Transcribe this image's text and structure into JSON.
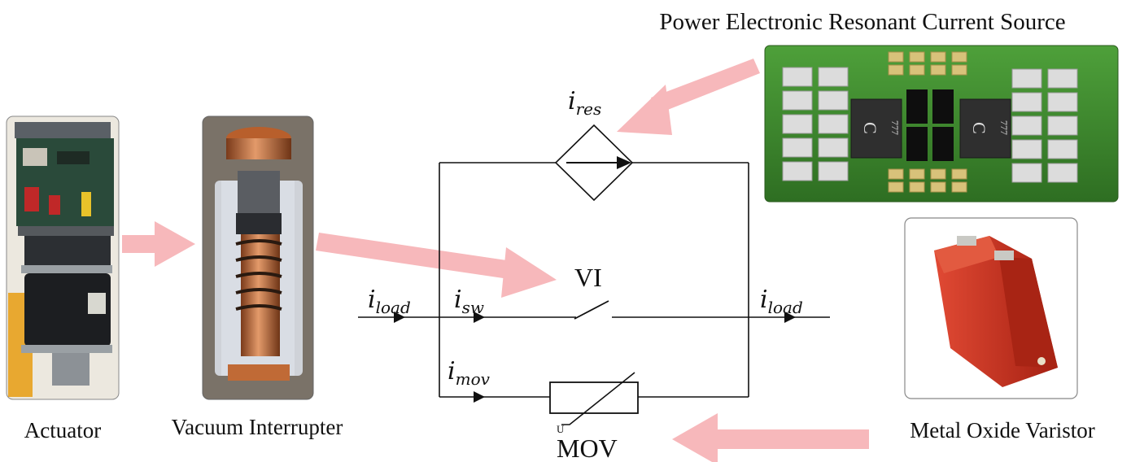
{
  "labels": {
    "top_title": "Power Electronic Resonant Current Source",
    "actuator": "Actuator",
    "vacuum_interrupter": "Vacuum Interrupter",
    "metal_oxide_varistor": "Metal Oxide Varistor",
    "vi": "VI",
    "mov": "MOV",
    "chip_marking": "C",
    "chip_number": "777"
  },
  "currents": {
    "res": {
      "base": "i",
      "sub": "res"
    },
    "load_in": {
      "base": "i",
      "sub": "load"
    },
    "sw": {
      "base": "i",
      "sub": "sw"
    },
    "load_out": {
      "base": "i",
      "sub": "load"
    },
    "mov": {
      "base": "i",
      "sub": "mov"
    }
  },
  "colors": {
    "arrow_pink": "#f7b8bb",
    "pcb_green": "#3d8a2c",
    "copper": "#c8733e",
    "varistor_red": "#c9301f",
    "wire": "#111111"
  }
}
